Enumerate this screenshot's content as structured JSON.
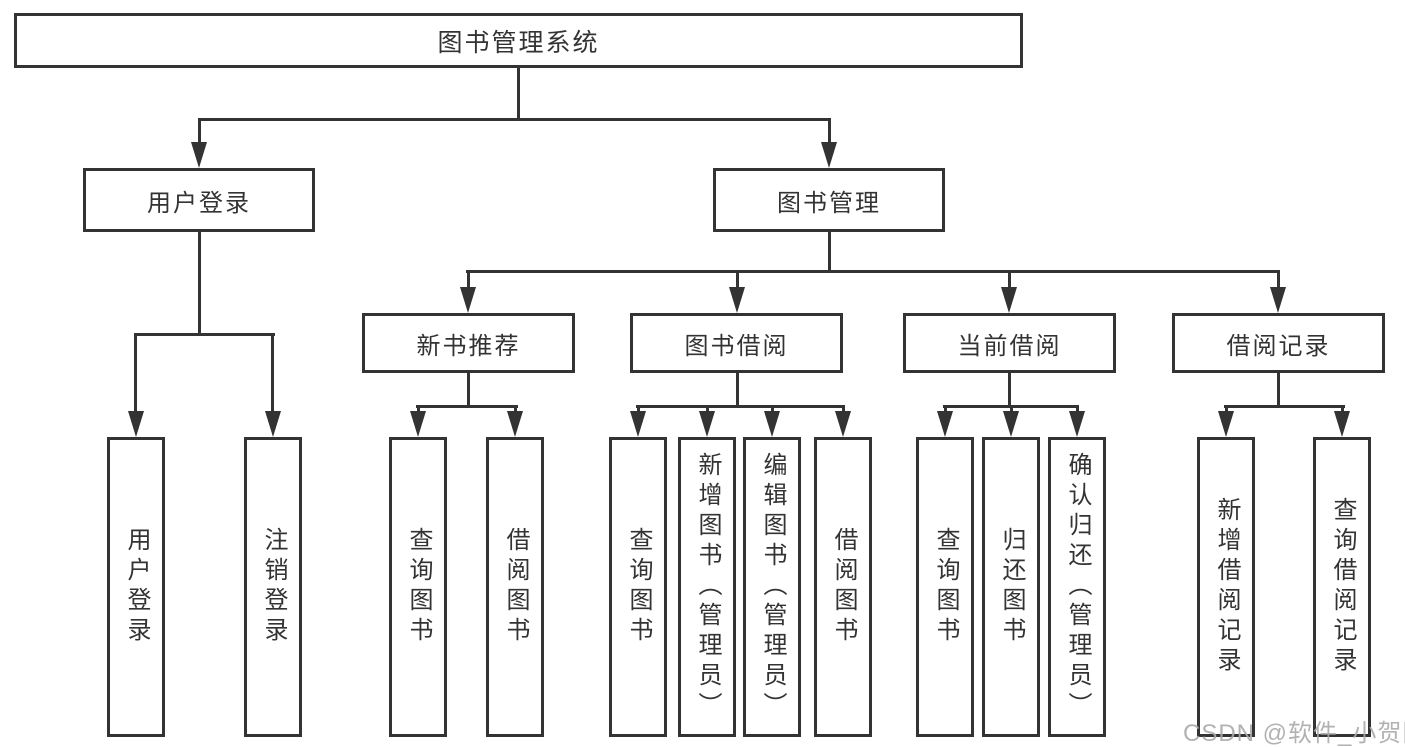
{
  "diagram_title": "图书管理系统",
  "tree": {
    "label": "图书管理系统",
    "children": [
      {
        "label": "用户登录",
        "children": [
          {
            "label": "用户登录"
          },
          {
            "label": "注销登录"
          }
        ]
      },
      {
        "label": "图书管理",
        "children": [
          {
            "label": "新书推荐",
            "children": [
              {
                "label": "查询图书"
              },
              {
                "label": "借阅图书"
              }
            ]
          },
          {
            "label": "图书借阅",
            "children": [
              {
                "label": "查询图书"
              },
              {
                "label": "新增图书（管理员）"
              },
              {
                "label": "编辑图书（管理员）"
              },
              {
                "label": "借阅图书"
              }
            ]
          },
          {
            "label": "当前借阅",
            "children": [
              {
                "label": "查询图书"
              },
              {
                "label": "归还图书"
              },
              {
                "label": "确认归还（管理员）"
              }
            ]
          },
          {
            "label": "借阅记录",
            "children": [
              {
                "label": "新增借阅记录"
              },
              {
                "label": "查询借阅记录"
              }
            ]
          }
        ]
      }
    ]
  },
  "watermark": {
    "text": "CSDN @软件_小贺同学"
  },
  "colors": {
    "line": "#333333",
    "text": "#333333",
    "background": "#ffffff",
    "watermark": "#aaaaaa"
  }
}
